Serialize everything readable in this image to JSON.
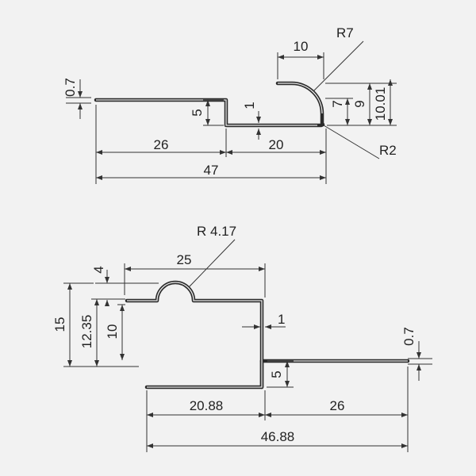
{
  "colors": {
    "background": "#f2f2f2",
    "line": "#2b2b2b",
    "text": "#222222"
  },
  "profile_top": {
    "thickness": "0.7",
    "step_height": "5",
    "floor_offset": "1",
    "lip_width": "10",
    "outer_radius": "R7",
    "inner_radius": "R2",
    "lip_height_7": "7",
    "lip_height_9": "9",
    "lip_height_total": "10.01",
    "left_length": "26",
    "floor_length": "20",
    "overall_length": "47"
  },
  "profile_bottom": {
    "bead_radius": "R 4.17",
    "top_length": "25",
    "bead_offset": "4",
    "height_total": "15",
    "height_mid": "12.35",
    "height_inner": "10",
    "wall_thickness": "1",
    "thickness": "0.7",
    "step_height": "5",
    "bottom_length": "20.88",
    "flange_length": "26",
    "overall_length": "46.88"
  }
}
